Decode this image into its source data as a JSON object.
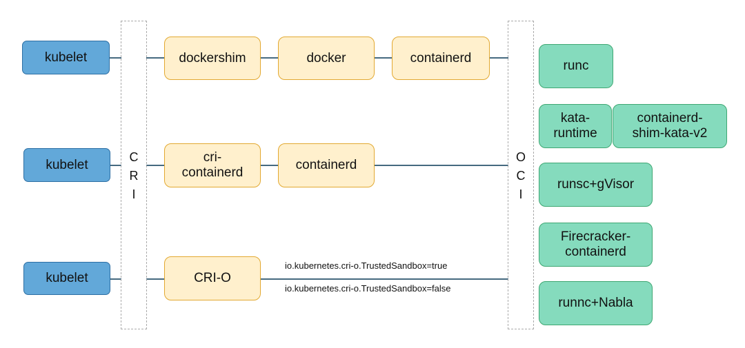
{
  "kubelets": [
    "kubelet",
    "kubelet",
    "kubelet"
  ],
  "cri_letters": [
    "C",
    "R",
    "I"
  ],
  "oci_letters": [
    "O",
    "C",
    "I"
  ],
  "row1": {
    "shims": [
      "dockershim",
      "docker",
      "containerd"
    ]
  },
  "row2": {
    "shims": [
      "cri-\ncontainerd",
      "containerd"
    ]
  },
  "row3": {
    "shims": [
      "CRI-O"
    ],
    "annotations": [
      "io.kubernetes.cri-o.TrustedSandbox=true",
      "io.kubernetes.cri-o.TrustedSandbox=false"
    ]
  },
  "runtimes": [
    "runc",
    "kata-\nruntime",
    "containerd-\nshim-kata-v2",
    "runsc+gVisor",
    "Firecracker-\ncontainerd",
    "runnc+Nabla"
  ],
  "colors": {
    "kubelet_fill": "#62a8d9",
    "shim_fill": "#fff0cd",
    "runtime_fill": "#85dbbd",
    "connector": "#45697f"
  }
}
